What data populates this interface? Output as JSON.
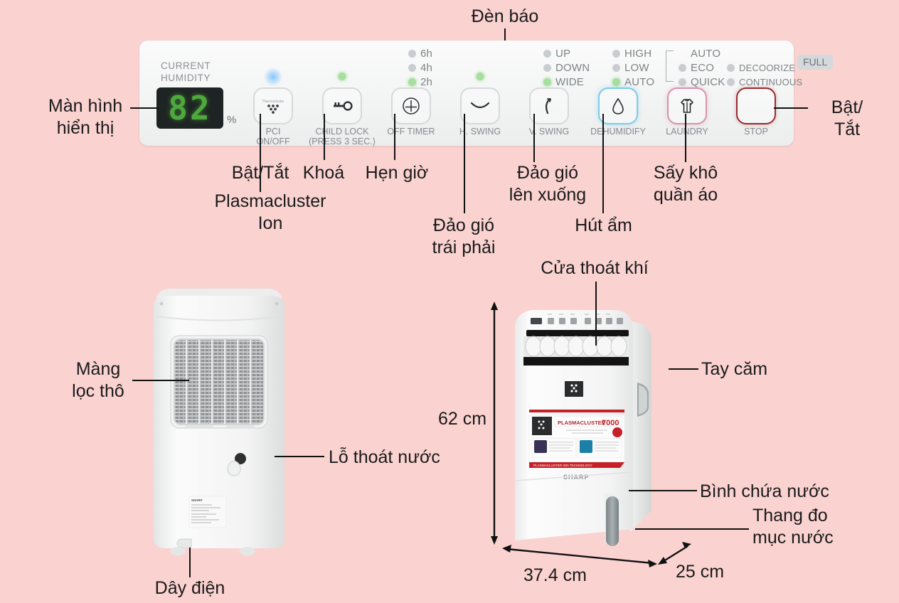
{
  "background_color": "#fad3d1",
  "control_panel": {
    "display": {
      "caption_line1": "CURRENT",
      "caption_line2": "HUMIDITY",
      "value": "82",
      "unit": "%"
    },
    "timer_leds": [
      {
        "label": "6h",
        "state": "off"
      },
      {
        "label": "4h",
        "state": "off"
      },
      {
        "label": "2h",
        "state": "on"
      }
    ],
    "hswing_leds": [
      {
        "label": "UP",
        "state": "off"
      },
      {
        "label": "DOWN",
        "state": "off"
      },
      {
        "label": "WIDE",
        "state": "on"
      }
    ],
    "fan_leds": [
      {
        "label": "HIGH",
        "state": "off"
      },
      {
        "label": "LOW",
        "state": "off"
      },
      {
        "label": "AUTO",
        "state": "on"
      }
    ],
    "mode_leds": [
      {
        "label": "AUTO",
        "state": "none"
      },
      {
        "label": "ECO",
        "state": "off"
      },
      {
        "label": "QUICK",
        "state": "off"
      }
    ],
    "extra_leds": [
      {
        "label": "DECOORIZE",
        "state": "off"
      },
      {
        "label": "CONTINUOUS",
        "state": "off"
      }
    ],
    "full_badge": "FULL",
    "buttons": [
      {
        "icon": "plasmacluster-dots-icon",
        "label": "PCI\nON/OFF",
        "accent": "none"
      },
      {
        "icon": "key-icon",
        "label": "CHILD LOCK\n(PRESS 3 SEC.)",
        "accent": "none"
      },
      {
        "icon": "timer-clock-icon",
        "label": "OFF TIMER",
        "accent": "none"
      },
      {
        "icon": "horizontal-swing-icon",
        "label": "H. SWING",
        "accent": "none"
      },
      {
        "icon": "vertical-swing-icon",
        "label": "V. SWING",
        "accent": "none"
      },
      {
        "icon": "water-drop-icon",
        "label": "DEHUMIDIFY",
        "accent": "blue"
      },
      {
        "icon": "tshirt-icon",
        "label": "LAUNDRY",
        "accent": "pink"
      },
      {
        "icon": "stop-blank-icon",
        "label": "STOP",
        "accent": "red"
      }
    ]
  },
  "annotations": {
    "indicator_lights": "Đèn báo",
    "display_screen": "Màn hình\nhiển thị",
    "power_onoff": "Bật/Tắt",
    "plasmacluster_ion": "Plasmacluster\nIon",
    "lock": "Khoá",
    "timer": "Hẹn giờ",
    "swing_left_right": "Đảo gió\ntrái phải",
    "swing_up_down": "Đảo gió\nlên xuống",
    "dehumidify": "Hút ẩm",
    "laundry_dry": "Sấy khô\nquần áo",
    "on_off_right": "Bật/\nTắt",
    "coarse_filter": "Màng\nlọc thô",
    "drain_hole": "Lỗ thoát nước",
    "power_cord": "Dây điện",
    "air_outlet": "Cửa thoát khí",
    "handle": "Tay căm",
    "water_tank": "Bình chứa nước",
    "water_level_gauge": "Thang đo\nmục nước"
  },
  "dimensions": {
    "height": "62 cm",
    "width": "37.4 cm",
    "depth": "25 cm"
  },
  "product_marks": {
    "brand": "SHARP",
    "model_badge": "7000"
  }
}
